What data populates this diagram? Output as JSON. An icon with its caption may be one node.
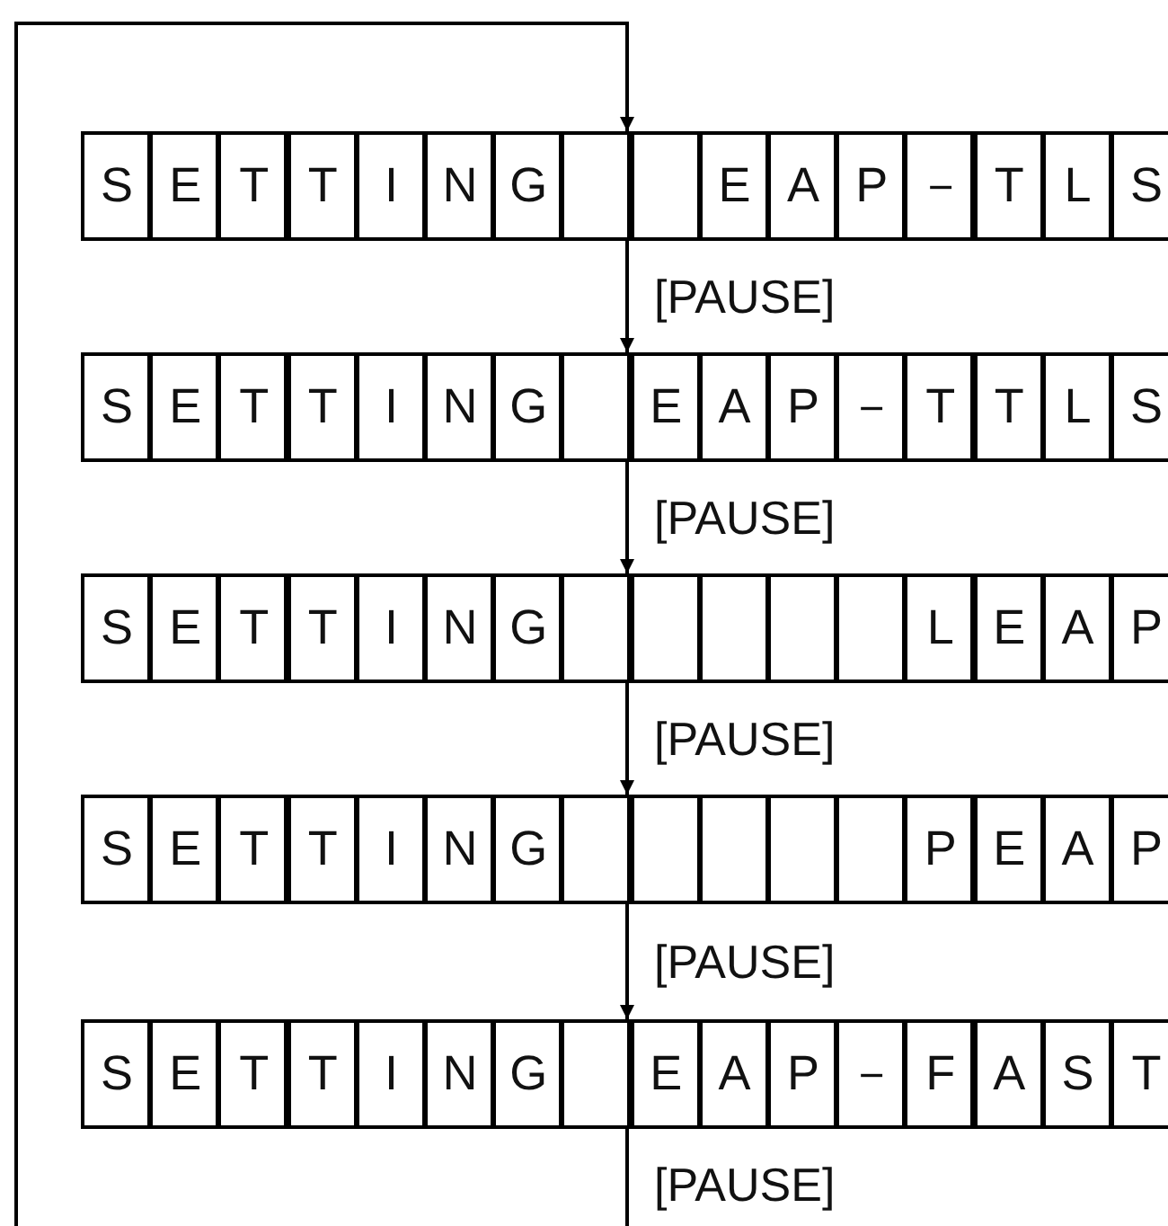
{
  "diagram": {
    "nodes": [
      {
        "text": [
          "S",
          "E",
          "T",
          "T",
          "I",
          "N",
          "G",
          "E",
          "A",
          "P",
          "－",
          "T",
          "L",
          "S"
        ]
      },
      {
        "text": [
          "S",
          "E",
          "T",
          "T",
          "I",
          "N",
          "G",
          "E",
          "A",
          "P",
          "－",
          "T",
          "T",
          "L",
          "S"
        ]
      },
      {
        "text": [
          "S",
          "E",
          "T",
          "T",
          "I",
          "N",
          "G",
          "L",
          "E",
          "A",
          "P"
        ]
      },
      {
        "text": [
          "S",
          "E",
          "T",
          "T",
          "I",
          "N",
          "G",
          "P",
          "E",
          "A",
          "P"
        ]
      },
      {
        "text": [
          "S",
          "E",
          "T",
          "T",
          "I",
          "N",
          "G",
          "E",
          "A",
          "P",
          "－",
          "F",
          "A",
          "S",
          "T"
        ]
      }
    ],
    "edges": [
      {
        "from": 0,
        "to": 1,
        "arrow": "to",
        "label": "[PAUSE]"
      },
      {
        "from": 1,
        "to": 2,
        "arrow": "to",
        "label": "[PAUSE]"
      },
      {
        "from": 2,
        "to": 3,
        "arrow": "to",
        "label": "[PAUSE]"
      },
      {
        "from": 3,
        "to": 4,
        "arrow": "to",
        "label": "[PAUSE]"
      },
      {
        "from": 4,
        "to": 0,
        "arrow": "to",
        "label": "[PAUSE]"
      }
    ]
  }
}
